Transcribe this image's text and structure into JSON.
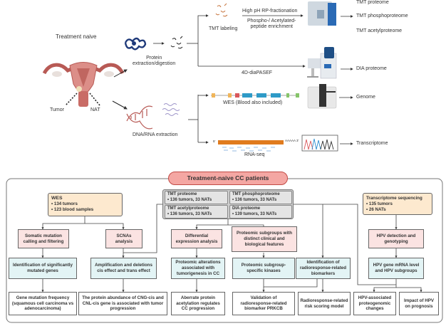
{
  "top_workflow": {
    "sample_label": "Treatment naive",
    "tumor_label": "Tumor",
    "nat_label": "NAT",
    "protein_step": "Protein\nextraction/digestion",
    "tmt_labeling": "TMT labeling",
    "fractionation": "High pH RP-fractionation",
    "enrichment": "Phospho-/ Acetylated-\npeptide enrichment",
    "dia_method": "4D-diaPASEF",
    "dna_rna_step": "DNA/RNA extraction",
    "wes_label": "WES (Blood also included)",
    "rnaseq_label": "RNA-seq",
    "polya_label": "AAAAA 3'",
    "five_prime": "5'",
    "outputs": {
      "tmt_proteome": "TMT proteome",
      "tmt_phospho": "TMT phosphoproteome",
      "tmt_acetyl": "TMT acetylproteome",
      "dia_proteome": "DIA proteome",
      "genome": "Genome",
      "transcriptome": "Transcriptome"
    }
  },
  "flowchart": {
    "title": "Treatment-naive CC patients",
    "wes": {
      "title": "WES",
      "items": [
        "• 134 tumors",
        "• 123 blood samples"
      ]
    },
    "proteome_grid": [
      {
        "title": "TMT proteome",
        "detail": "• 136 tumors, 33 NATs"
      },
      {
        "title": "TMT phosphoproteome",
        "detail": "• 136 tumors, 33 NATs"
      },
      {
        "title": "TMT acetylproteome",
        "detail": "• 136 tumors, 33 NATs"
      },
      {
        "title": "DIA proteome",
        "detail": "• 139 tumors, 33 NATs"
      }
    ],
    "transcriptome": {
      "title": "Transcriptome sequencing",
      "items": [
        "• 135 tumors",
        "• 26 NATs"
      ]
    },
    "row1": {
      "somatic": "Somatic mutation calling and filtering",
      "scnas": "SCNAs analysis",
      "differential": "Differential expression analysis",
      "subgroups": "Proteomic subgroups with distinct clinical and biological features",
      "hpv_detect": "HPV detection and genotyping"
    },
    "row2": {
      "smg": "Identification of significantly mutated genes",
      "amp": "Amplification and deletions cis effect and trans effect",
      "alterations": "Proteomic alterations associated with tumorigenesis in CC",
      "kinases": "Proteomic subgroup-specific kinases",
      "radio_markers": "Identification of radioresponse-related biomarkers",
      "hpv_mrna": "HPV gene mRNA level and HPV subgroups"
    },
    "row3": {
      "mut_freq": "Gene mutation frequency (squamous cell carcinoma vs adenocarcinoma)",
      "cng": "The protein abundance of CNG-cis and CNL-cis gene is associated with tumor progression",
      "acetyl": "Aberrate protein acetylation regulates CC progression",
      "prkcb": "Validation of radioresponse-related biomarker PRKCB",
      "risk_model": "Radioresponse-related risk scoring model",
      "hpv_proteo": "HPV-associated proteogenomic changes",
      "hpv_prog": "Impact of HPV on prognosis"
    }
  },
  "colors": {
    "pink_box": "#fbe3e2",
    "cyan_box": "#e3f4f5",
    "peach_box": "#fde9cf",
    "grey_box": "#e4e4e4",
    "title_pill": "#f4a7a3",
    "rna_bar": "#e07b1e"
  }
}
